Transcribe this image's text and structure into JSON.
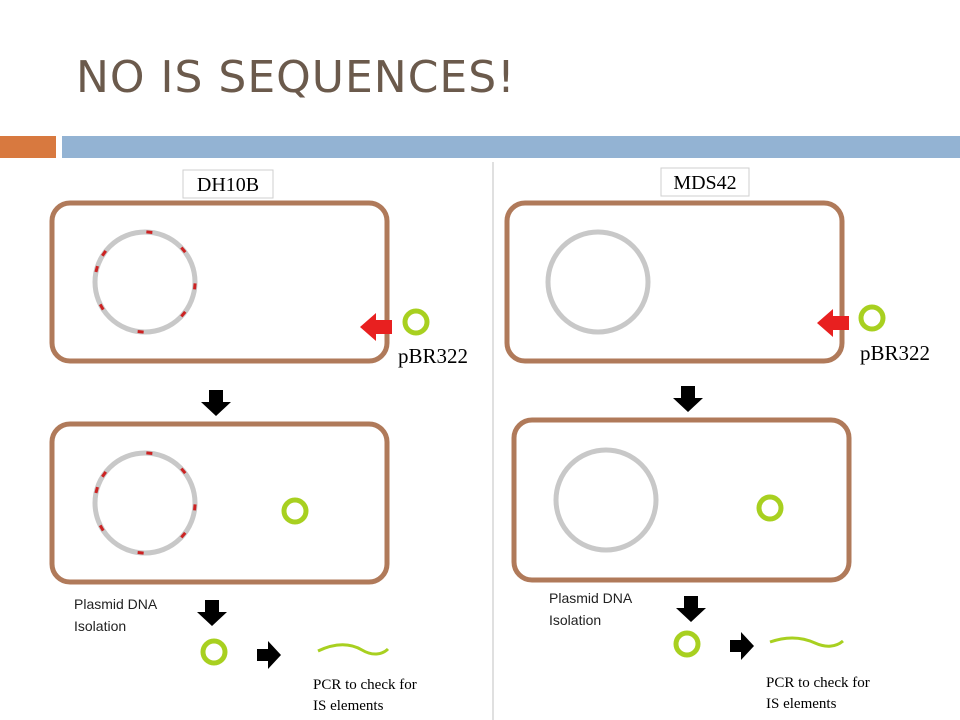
{
  "slide": {
    "title": "NO IS SEQUENCES!"
  },
  "panels": [
    {
      "strain": "DH10B",
      "plasmid_label": "pBR322",
      "isolation_label_line1": "Plasmid DNA",
      "isolation_label_line2": "Isolation",
      "pcr_label_line1": "PCR to check for",
      "pcr_label_line2": "IS elements",
      "has_is_elements": true
    },
    {
      "strain": "MDS42",
      "plasmid_label": "pBR322",
      "isolation_label_line1": "Plasmid DNA",
      "isolation_label_line2": "Isolation",
      "pcr_label_line1": "PCR to check for",
      "pcr_label_line2": "IS elements",
      "has_is_elements": false
    }
  ],
  "colors": {
    "title": "#6b5a4c",
    "accent_orange": "#d8793f",
    "accent_blue": "#93b3d3",
    "cell_membrane": "#b07a5a",
    "chromosome": "#c8c8c8",
    "is_element": "#cc2222",
    "plasmid": "#a8d020",
    "entry_arrow": "#e82020",
    "flow_arrow": "#000000"
  },
  "icons": {
    "entry_arrow": "red-arrow-left-icon",
    "flow_arrow_down": "black-arrow-down-icon",
    "flow_arrow_right": "black-arrow-right-icon"
  }
}
